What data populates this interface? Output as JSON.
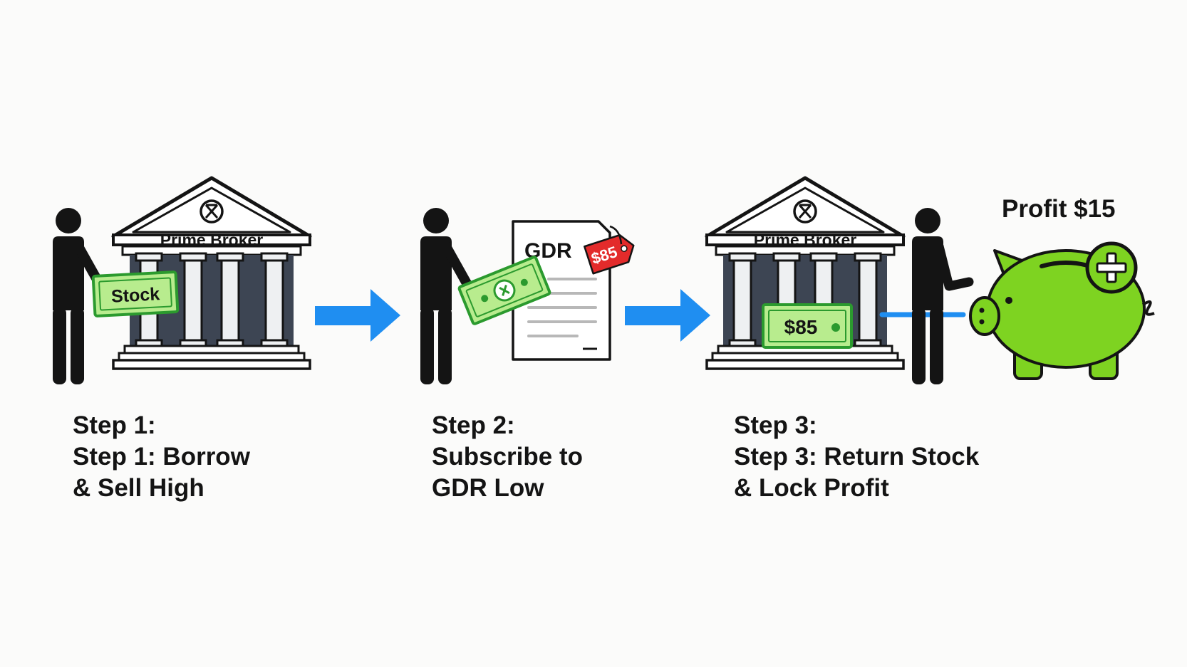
{
  "step1": {
    "building_label": "Prime Broker",
    "bill_label": "Stock",
    "caption_line1": "Step 1:",
    "caption_line2": "Step 1: Borrow",
    "caption_line3": "& Sell High"
  },
  "step2": {
    "document_label": "GDR",
    "price_tag": "$85",
    "caption_line1": "Step 2:",
    "caption_line2": "Subscribe to",
    "caption_line3": "GDR Low"
  },
  "step3": {
    "building_label": "Prime Broker",
    "bill_label": "$85",
    "caption_line1": "Step 3:",
    "caption_line2": "Step 3: Return Stock",
    "caption_line3": "& Lock Profit"
  },
  "profit": {
    "label": "Profit $15"
  },
  "colors": {
    "ink": "#141414",
    "arrow_blue": "#1f8ef1",
    "money_green": "#b8ec8e",
    "money_dark": "#2b9a2e",
    "piggy_green": "#7ed321",
    "tag_red": "#e32b2b",
    "column_dark": "#3d4553"
  },
  "icons": [
    "person-icon",
    "bank-building-icon",
    "stock-bill-icon",
    "arrow-right-icon",
    "gdr-document-icon",
    "price-tag-icon",
    "dollar-bill-icon",
    "piggy-bank-icon",
    "plus-icon"
  ]
}
